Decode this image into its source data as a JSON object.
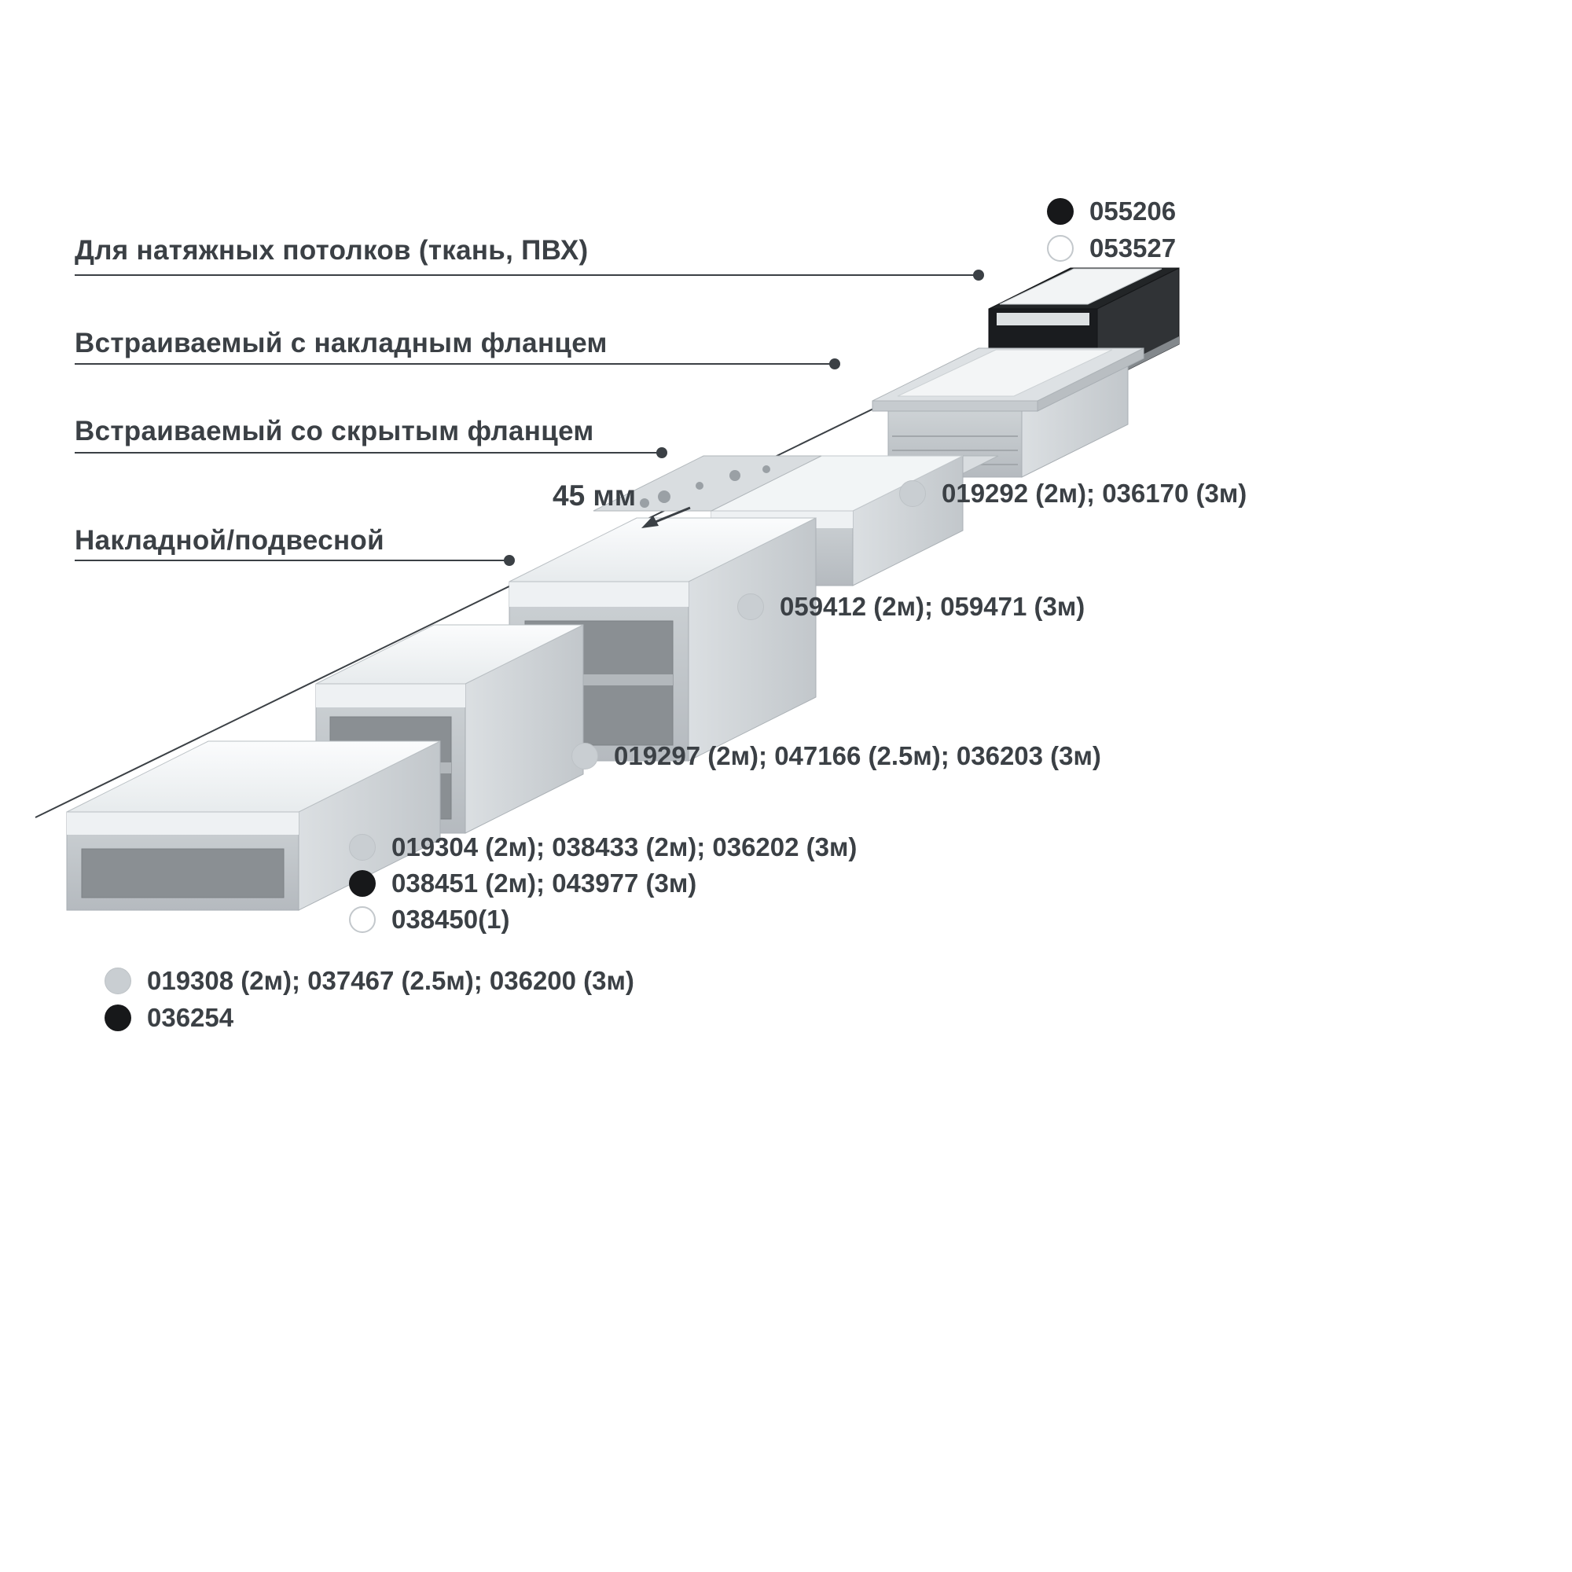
{
  "categories": [
    {
      "label": "Для натяжных потолков (ткань, ПВХ)"
    },
    {
      "label": "Встраиваемый с накладным фланцем"
    },
    {
      "label": "Встраиваемый со скрытым фланцем"
    },
    {
      "label": "Накладной/подвесной"
    }
  ],
  "dimension": {
    "label": "45 мм"
  },
  "product_codes": {
    "stretch_ceiling": [
      {
        "dot": "black",
        "text": "055206"
      },
      {
        "dot": "white",
        "text": "053527"
      }
    ],
    "recessed_overlay_flange": [
      {
        "dot": "gray",
        "text": "019292 (2м); 036170 (3м)"
      }
    ],
    "recessed_hidden_flange": [
      {
        "dot": "gray",
        "text": "059412 (2м); 059471 (3м)"
      }
    ],
    "surface_large": [
      {
        "dot": "gray",
        "text": "019297 (2м); 047166 (2.5м); 036203 (3м)"
      }
    ],
    "surface_medium": [
      {
        "dot": "gray",
        "text": "019304 (2м); 038433 (2м); 036202 (3м)"
      },
      {
        "dot": "black",
        "text": "038451 (2м); 043977 (3м)"
      },
      {
        "dot": "white",
        "text": "038450(1)"
      }
    ],
    "surface_low": [
      {
        "dot": "gray",
        "text": "019308 (2м); 037467 (2.5м); 036200 (3м)"
      },
      {
        "dot": "black",
        "text": "036254"
      }
    ]
  },
  "colors": {
    "text": "#3b4045",
    "leader_line": "#3b4045",
    "dot_gray": "#c9ced2",
    "dot_black": "#17181a",
    "dot_white": "#ffffff",
    "aluminum_light": "#d9dde0",
    "aluminum_mid": "#c2c7cb",
    "diffuser_white": "#f2f5f6",
    "black_profile": "#1a1c1f"
  }
}
